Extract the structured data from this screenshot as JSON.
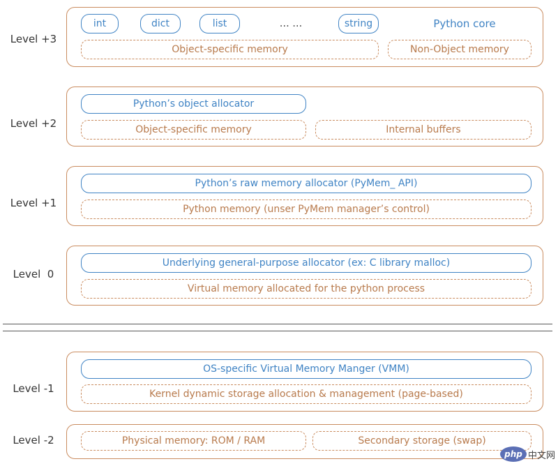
{
  "levels": {
    "l3": {
      "label": "Level +3",
      "chips": [
        "int",
        "dict",
        "list",
        "string"
      ],
      "ellipsis": "… …",
      "core_label": "Python core",
      "dashed_left": "Object-specific memory",
      "dashed_right": "Non-Object memory"
    },
    "l2": {
      "label": "Level +2",
      "allocator": "Python’s object allocator",
      "dashed_left": "Object-specific memory",
      "dashed_right": "Internal buffers"
    },
    "l1": {
      "label": "Level +1",
      "allocator": "Python’s raw memory allocator (PyMem_ API)",
      "dashed": "Python memory (unser PyMem manager’s control)"
    },
    "l0": {
      "label": "Level  0",
      "allocator": "Underlying general-purpose allocator (ex: C library malloc)",
      "dashed": "Virtual memory allocated for the python process"
    },
    "lm1": {
      "label": "Level -1",
      "allocator": "OS-specific Virtual Memory Manger (VMM)",
      "dashed": "Kernel dynamic storage allocation & management (page-based)"
    },
    "lm2": {
      "label": "Level -2",
      "dashed_left": "Physical memory: ROM / RAM",
      "dashed_right": "Secondary storage (swap)"
    }
  },
  "watermark": {
    "logo_text": "php",
    "site_text": "中文网"
  },
  "colors": {
    "panel_border": "#c98b5e",
    "allocator_blue": "#3f83c4",
    "dashed_text": "#b87a4c"
  }
}
